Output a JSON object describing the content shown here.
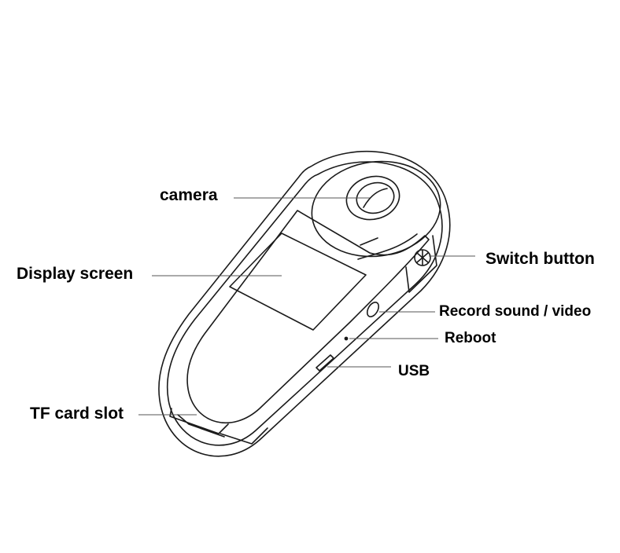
{
  "diagram": {
    "labels": {
      "camera": "camera",
      "display_screen": "Display screen",
      "switch_button": "Switch button",
      "record": "Record sound / video",
      "reboot": "Reboot",
      "usb": "USB",
      "tf_card_slot": "TF card slot"
    },
    "line_color": "#1a1a1a",
    "leader_color": "#555555"
  }
}
